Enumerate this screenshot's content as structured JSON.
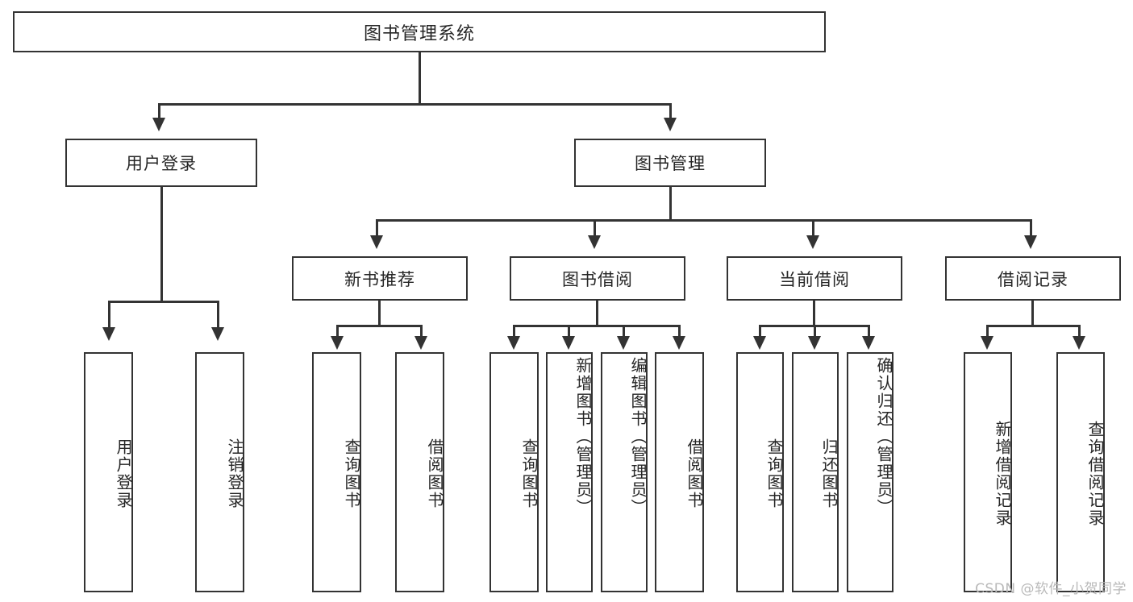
{
  "diagram": {
    "title_node": {
      "label": "图书管理系统"
    },
    "level1": [
      {
        "id": "user-login",
        "label": "用户登录"
      },
      {
        "id": "book-manage",
        "label": "图书管理"
      }
    ],
    "level2": [
      {
        "id": "new-book-recommend",
        "label": "新书推荐"
      },
      {
        "id": "book-borrow",
        "label": "图书借阅"
      },
      {
        "id": "current-borrow",
        "label": "当前借阅"
      },
      {
        "id": "borrow-record",
        "label": "借阅记录"
      }
    ],
    "leaves": {
      "user_login": [
        {
          "id": "leaf-user-login",
          "label": "用户登录"
        },
        {
          "id": "leaf-logout-login",
          "label": "注销登录"
        }
      ],
      "new_book_recommend": [
        {
          "id": "leaf-query-book-1",
          "label": "查询图书"
        },
        {
          "id": "leaf-borrow-book-1",
          "label": "借阅图书"
        }
      ],
      "book_borrow": [
        {
          "id": "leaf-query-book-2",
          "label": "查询图书"
        },
        {
          "id": "leaf-add-book",
          "label": "新增图书（管理员）"
        },
        {
          "id": "leaf-edit-book",
          "label": "编辑图书（管理员）"
        },
        {
          "id": "leaf-borrow-book-2",
          "label": "借阅图书"
        }
      ],
      "current_borrow": [
        {
          "id": "leaf-query-book-3",
          "label": "查询图书"
        },
        {
          "id": "leaf-return-book",
          "label": "归还图书"
        },
        {
          "id": "leaf-confirm-return",
          "label": "确认归还（管理员）"
        }
      ],
      "borrow_record": [
        {
          "id": "leaf-add-record",
          "label": "新增借阅记录"
        },
        {
          "id": "leaf-query-record",
          "label": "查询借阅记录"
        }
      ]
    }
  },
  "watermark": {
    "text": "CSDN @软件_小贺同学"
  },
  "colors": {
    "stroke": "#333333",
    "text": "#262626",
    "background": "#ffffff",
    "watermark": "#b9b9b9"
  }
}
